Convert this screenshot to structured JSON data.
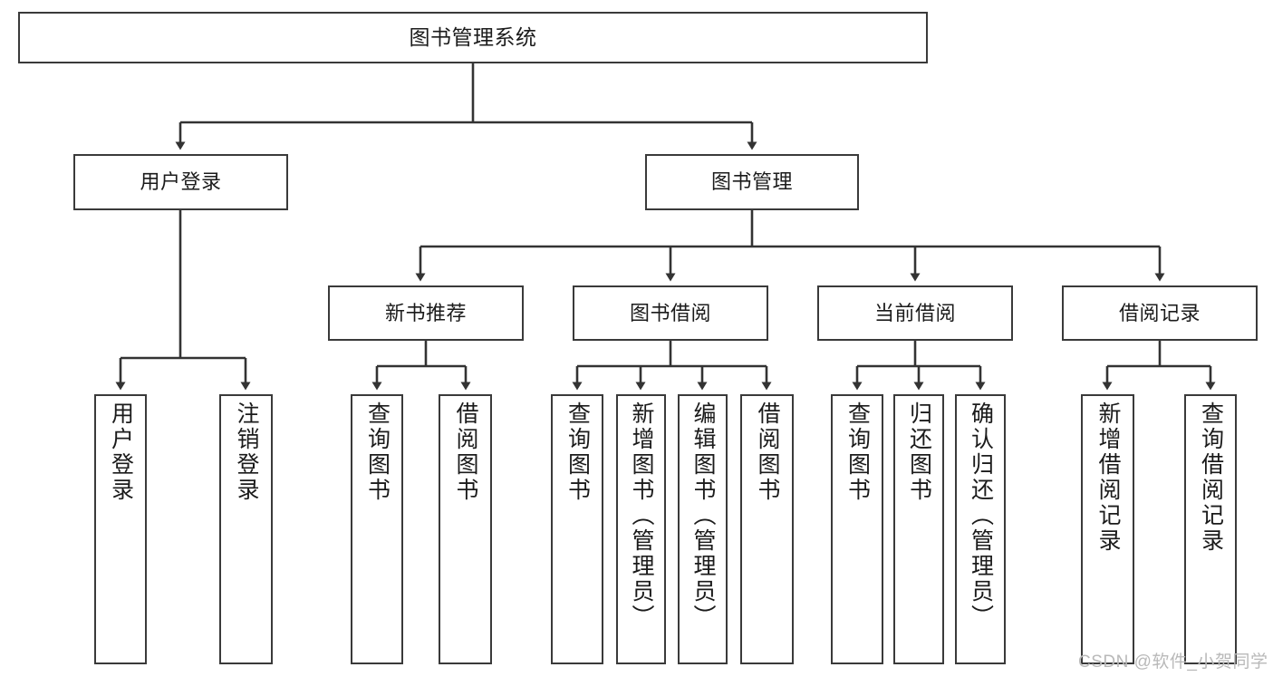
{
  "diagram": {
    "title": "图书管理系统",
    "type": "tree-hierarchy",
    "orientation": "top-down",
    "root": {
      "id": "root",
      "label": "图书管理系统"
    },
    "level2": [
      {
        "id": "user-login",
        "label": "用户登录"
      },
      {
        "id": "book-manage",
        "label": "图书管理"
      }
    ],
    "level3": [
      {
        "id": "new-book-rec",
        "label": "新书推荐",
        "parent": "book-manage"
      },
      {
        "id": "book-borrow",
        "label": "图书借阅",
        "parent": "book-manage"
      },
      {
        "id": "current-borrow",
        "label": "当前借阅",
        "parent": "book-manage"
      },
      {
        "id": "borrow-record",
        "label": "借阅记录",
        "parent": "book-manage"
      }
    ],
    "leaves": [
      {
        "id": "leaf-1",
        "label": "用户登录",
        "parent": "user-login"
      },
      {
        "id": "leaf-2",
        "label": "注销登录",
        "parent": "user-login"
      },
      {
        "id": "leaf-3",
        "label": "查询图书",
        "parent": "new-book-rec"
      },
      {
        "id": "leaf-4",
        "label": "借阅图书",
        "parent": "new-book-rec"
      },
      {
        "id": "leaf-5",
        "label": "查询图书",
        "parent": "book-borrow"
      },
      {
        "id": "leaf-6",
        "label": "新增图书（管理员）",
        "parent": "book-borrow"
      },
      {
        "id": "leaf-7",
        "label": "编辑图书（管理员）",
        "parent": "book-borrow"
      },
      {
        "id": "leaf-8",
        "label": "借阅图书",
        "parent": "book-borrow"
      },
      {
        "id": "leaf-9",
        "label": "查询图书",
        "parent": "current-borrow"
      },
      {
        "id": "leaf-10",
        "label": "归还图书",
        "parent": "current-borrow"
      },
      {
        "id": "leaf-11",
        "label": "确认归还（管理员）",
        "parent": "current-borrow"
      },
      {
        "id": "leaf-12",
        "label": "新增借阅记录",
        "parent": "borrow-record"
      },
      {
        "id": "leaf-13",
        "label": "查询借阅记录",
        "parent": "borrow-record"
      }
    ]
  },
  "watermark": {
    "text": "CSDN @软件_小贺同学"
  },
  "colors": {
    "box_border": "#3a3a3a",
    "box_fill": "#ffffff",
    "line": "#333333",
    "text": "#1b1b1b",
    "watermark": "#b9b9b9",
    "background": "#ffffff"
  }
}
